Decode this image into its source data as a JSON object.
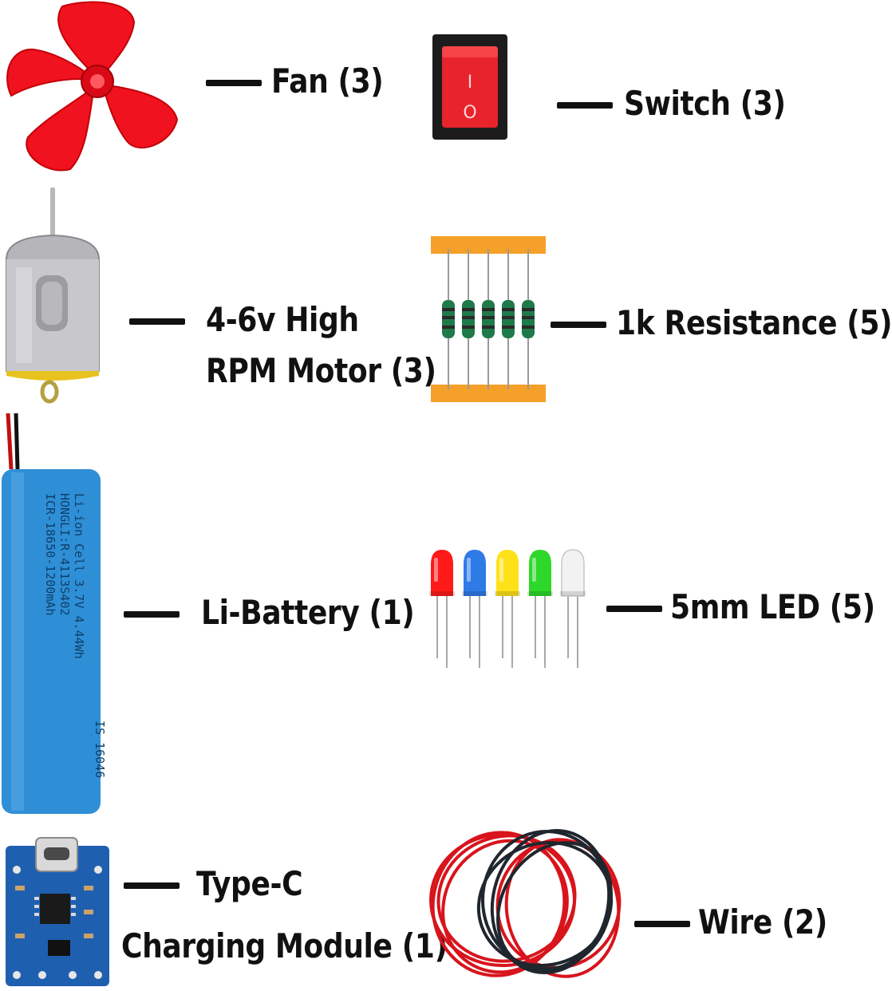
{
  "items": [
    {
      "id": "fan",
      "label": "Fan (3)"
    },
    {
      "id": "switch",
      "label": "Switch (3)",
      "switch_marks": [
        "I",
        "O"
      ]
    },
    {
      "id": "motor",
      "label_line1": "4-6v High",
      "label_line2": "RPM Motor (3)"
    },
    {
      "id": "resistor",
      "label": "1k Resistance (5)"
    },
    {
      "id": "battery",
      "label": "Li-Battery (1)",
      "print_lines": [
        "ICR-18650-1200mAh",
        "HONGLI:R-4113S402",
        "Li-ion Cell 3.7V 4.44Wh",
        "IS 16046"
      ]
    },
    {
      "id": "led",
      "label": "5mm LED (5)"
    },
    {
      "id": "charger",
      "label_line1": "Type-C",
      "label_line2": "Charging Module (1)"
    },
    {
      "id": "wire",
      "label": "Wire (2)"
    }
  ],
  "colors": {
    "fan": "#f0121e",
    "switch_body": "#e8232b",
    "battery": "#2f8fd6",
    "resistor_tape": "#f5a028",
    "resistor_body": "#1f7a4a",
    "wire_red": "#d8141c",
    "wire_black": "#20262e",
    "pcb": "#1f5fb0",
    "led_colors": [
      "#ff1a1a",
      "#2e7be8",
      "#ffe11a",
      "#2ed82a",
      "#f2f2f2"
    ]
  }
}
